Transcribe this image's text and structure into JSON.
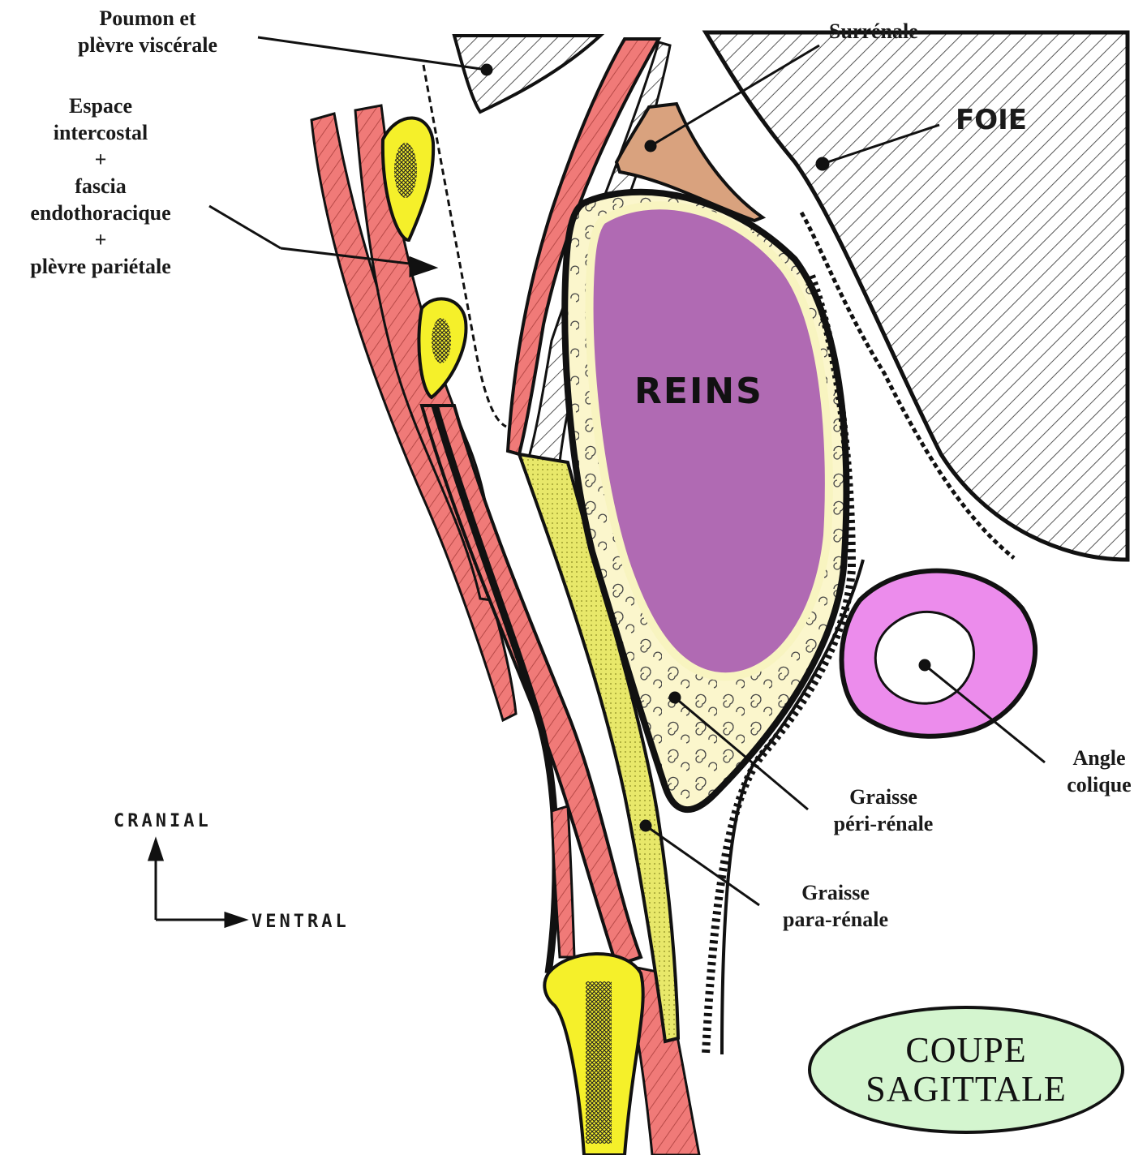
{
  "labels": {
    "poumon": [
      "Poumon et",
      "plèvre viscérale"
    ],
    "espace": [
      "Espace",
      "intercostal",
      "+",
      "fascia",
      "endothoracique",
      "+",
      "plèvre pariétale"
    ],
    "surrenale": "Surrénale",
    "foie": "FOIE",
    "reins": "REINS",
    "angle_colique": [
      "Angle",
      "colique"
    ],
    "graisse_peri": [
      "Graisse",
      "péri-rénale"
    ],
    "graisse_para": [
      "Graisse",
      "para-rénale"
    ],
    "cranial": "CRANIAL",
    "ventral": "VENTRAL"
  },
  "title": [
    "COUPE",
    "SAGITTALE"
  ],
  "colors": {
    "muscle": "#f07a78",
    "bone_yellow": "#f5f02a",
    "kidney": "#b06ab3",
    "fat_perirenal": "#fbf6cc",
    "fat_pararenal": "#e8e86a",
    "adrenal": "#d9a27e",
    "colon": "#ec8cec",
    "title_bg": "#d4f5cf"
  }
}
